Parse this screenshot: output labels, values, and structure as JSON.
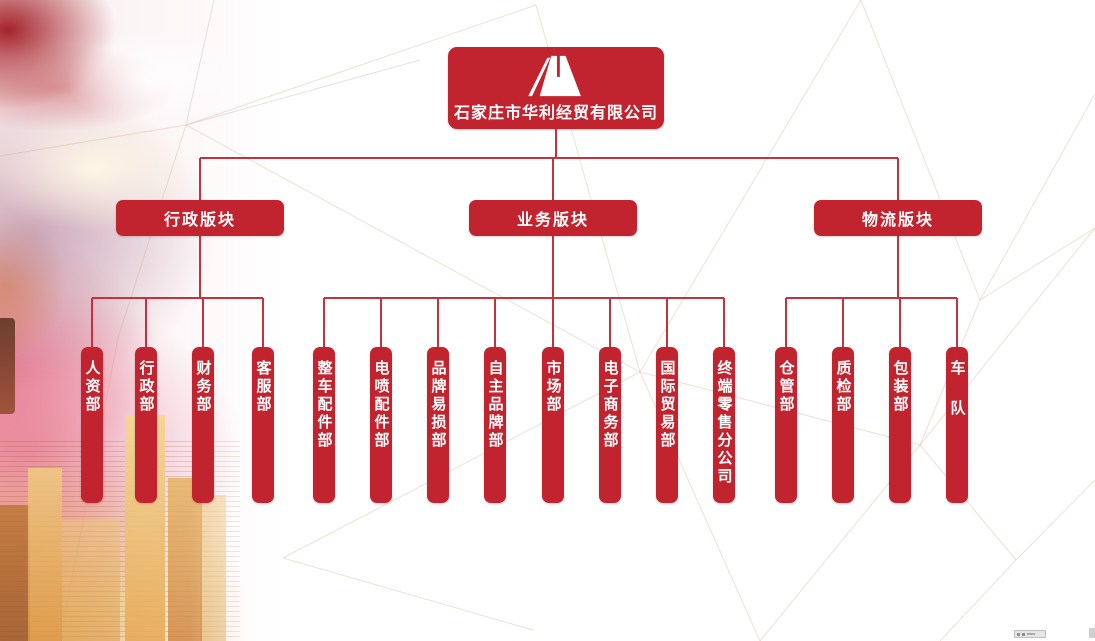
{
  "company": {
    "name": "石家庄市华利经贸有限公司",
    "logo": "huali-mountain-logo"
  },
  "divisions": [
    {
      "label": "行政版块",
      "departments": [
        "人资部",
        "行政部",
        "财务部",
        "客服部"
      ]
    },
    {
      "label": "业务版块",
      "departments": [
        "整车配件部",
        "电喷配件部",
        "品牌易损部",
        "自主品牌部",
        "市场部",
        "电子商务部",
        "国际贸易部",
        "终端零售分公司"
      ]
    },
    {
      "label": "物流版块",
      "departments": [
        "仓管部",
        "质检部",
        "包装部",
        "车队"
      ]
    }
  ],
  "colors": {
    "primary": "#c2242f",
    "connector": "#c3333d",
    "text_on_red": "#ffffff"
  }
}
